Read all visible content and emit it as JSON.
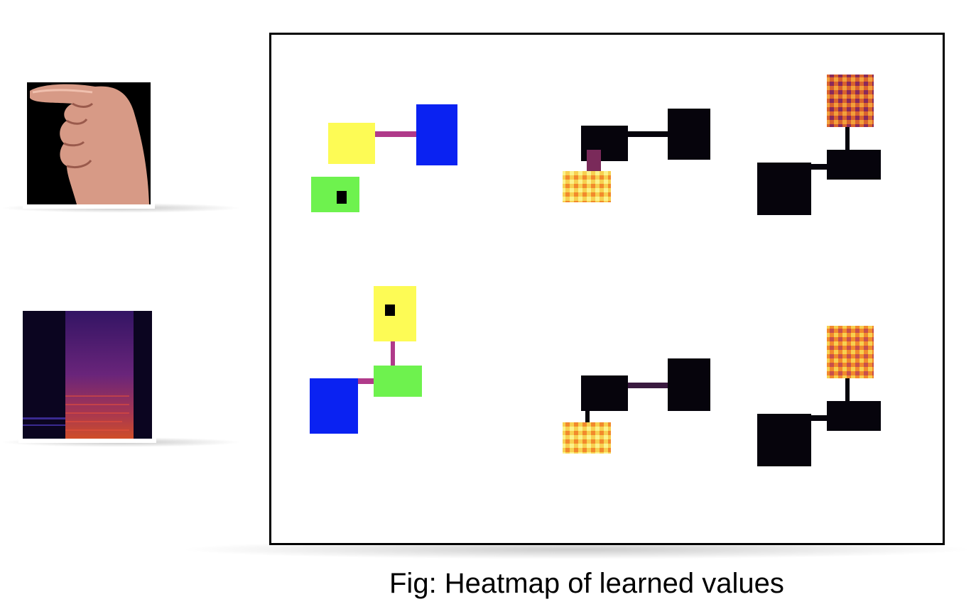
{
  "caption": "Fig: Heatmap of learned values",
  "inputs": [
    {
      "name": "hand gesture photo"
    },
    {
      "name": "spectrogram"
    }
  ],
  "colors": {
    "yellow": "#fdfb55",
    "blue": "#0a22f2",
    "green": "#6ef24e",
    "link": "#b03a8a",
    "dark": "#06040c"
  }
}
